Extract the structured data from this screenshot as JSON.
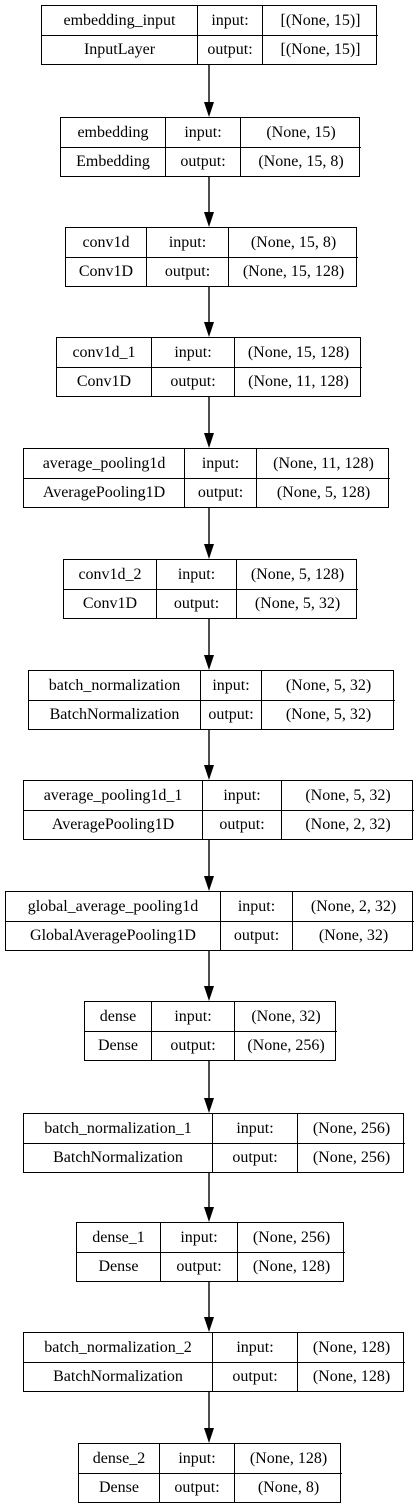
{
  "diagram": {
    "input_label": "input:",
    "output_label": "output:",
    "layers": [
      {
        "name": "embedding_input",
        "type": "InputLayer",
        "input": "[(None, 15)]",
        "output": "[(None, 15)]"
      },
      {
        "name": "embedding",
        "type": "Embedding",
        "input": "(None, 15)",
        "output": "(None, 15, 8)"
      },
      {
        "name": "conv1d",
        "type": "Conv1D",
        "input": "(None, 15, 8)",
        "output": "(None, 15, 128)"
      },
      {
        "name": "conv1d_1",
        "type": "Conv1D",
        "input": "(None, 15, 128)",
        "output": "(None, 11, 128)"
      },
      {
        "name": "average_pooling1d",
        "type": "AveragePooling1D",
        "input": "(None, 11, 128)",
        "output": "(None, 5, 128)"
      },
      {
        "name": "conv1d_2",
        "type": "Conv1D",
        "input": "(None, 5, 128)",
        "output": "(None, 5, 32)"
      },
      {
        "name": "batch_normalization",
        "type": "BatchNormalization",
        "input": "(None, 5, 32)",
        "output": "(None, 5, 32)"
      },
      {
        "name": "average_pooling1d_1",
        "type": "AveragePooling1D",
        "input": "(None, 5, 32)",
        "output": "(None, 2, 32)"
      },
      {
        "name": "global_average_pooling1d",
        "type": "GlobalAveragePooling1D",
        "input": "(None, 2, 32)",
        "output": "(None, 32)"
      },
      {
        "name": "dense",
        "type": "Dense",
        "input": "(None, 32)",
        "output": "(None, 256)"
      },
      {
        "name": "batch_normalization_1",
        "type": "BatchNormalization",
        "input": "(None, 256)",
        "output": "(None, 256)"
      },
      {
        "name": "dense_1",
        "type": "Dense",
        "input": "(None, 256)",
        "output": "(None, 128)"
      },
      {
        "name": "batch_normalization_2",
        "type": "BatchNormalization",
        "input": "(None, 128)",
        "output": "(None, 128)"
      },
      {
        "name": "dense_2",
        "type": "Dense",
        "input": "(None, 128)",
        "output": "(None, 8)"
      }
    ]
  }
}
